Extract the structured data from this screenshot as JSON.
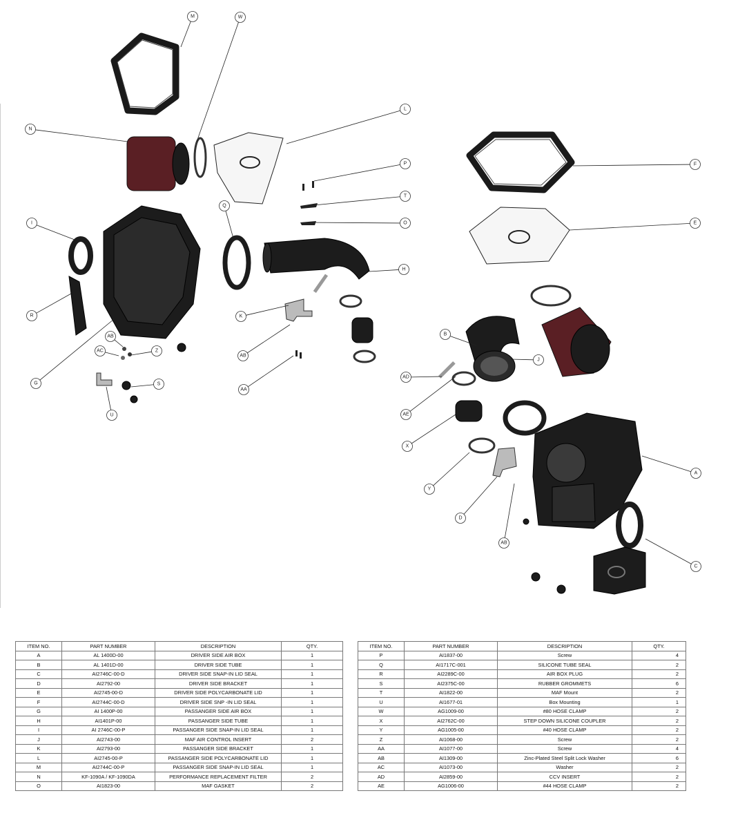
{
  "callouts": [
    "M",
    "W",
    "N",
    "L",
    "P",
    "T",
    "O",
    "Q",
    "I",
    "H",
    "R",
    "K",
    "AB",
    "AC",
    "Z",
    "AB",
    "G",
    "S",
    "AA",
    "U",
    "F",
    "E",
    "B",
    "J",
    "AD",
    "AE",
    "X",
    "A",
    "Y",
    "D",
    "AB",
    "C"
  ],
  "colors": {
    "filter_red": "#5a1f24",
    "part_black": "#1c1c1c",
    "lid": "#f6f6f6"
  },
  "bom_headers": [
    "ITEM NO.",
    "PART NUMBER",
    "DESCRIPTION",
    "QTY."
  ],
  "bom_left": [
    [
      "A",
      "AL 1400D-00",
      "DRIVER SIDE AIR BOX",
      "1"
    ],
    [
      "B",
      "AL 1401D-00",
      "DRIVER SIDE TUBE",
      "1"
    ],
    [
      "C",
      "AI2746C-00-D",
      "DRIVER SIDE SNAP-IN LID SEAL",
      "1"
    ],
    [
      "D",
      "AI2792-00",
      "DRIVER SIDE BRACKET",
      "1"
    ],
    [
      "E",
      "AI2745-00-D",
      "DRIVER SIDE POLYCARBONATE LID",
      "1"
    ],
    [
      "F",
      "AI2744C-00-D",
      "DRIVER SIDE SNP -IN LID SEAL",
      "1"
    ],
    [
      "G",
      "AI 1400P-00",
      "PASSANGER SIDE AIR BOX",
      "1"
    ],
    [
      "H",
      "AI1401P-00",
      "PASSANGER SIDE TUBE",
      "1"
    ],
    [
      "I",
      "AI 2746C-00-P",
      "PASSANGER SIDE SNAP-IN LID SEAL",
      "1"
    ],
    [
      "J",
      "AI2743-00",
      "MAF AIR CONTROL INSERT",
      "2"
    ],
    [
      "K",
      "AI2793-00",
      "PASSANGER SIDE BRACKET",
      "1"
    ],
    [
      "L",
      "AI2745-00-P",
      "PASSANGER SIDE POLYCARBONATE LID",
      "1"
    ],
    [
      "M",
      "AI2744C-00-P",
      "PASSANGER SIDE SNAP-IN LID SEAL",
      "1"
    ],
    [
      "N",
      "KF-1090A / KF-1090DA",
      "PERFORMANCE REPLACEMENT FILTER",
      "2"
    ],
    [
      "O",
      "AI1823-00",
      "MAF GASKET",
      "2"
    ]
  ],
  "bom_right": [
    [
      "P",
      "AI1837-00",
      "Screw",
      "4"
    ],
    [
      "Q",
      "AI1717C-001",
      "SILICONE TUBE SEAL",
      "2"
    ],
    [
      "R",
      "AI2289C-00",
      "AIR BOX PLUG",
      "2"
    ],
    [
      "S",
      "AI2375C-00",
      "RUBBER GROMMETS",
      "6"
    ],
    [
      "T",
      "AI1822-00",
      "MAF Mount",
      "2"
    ],
    [
      "U",
      "AI1677-01",
      "Box Mounting",
      "1"
    ],
    [
      "W",
      "AG1009-00",
      "#80 HOSE CLAMP",
      "2"
    ],
    [
      "X",
      "AI2762C-00",
      "STEP DOWN SILICONE COUPLER",
      "2"
    ],
    [
      "Y",
      "AG1005-00",
      "#40 HOSE CLAMP",
      "2"
    ],
    [
      "Z",
      "AI1068-00",
      "Screw",
      "2"
    ],
    [
      "AA",
      "AI1077-00",
      "Screw",
      "4"
    ],
    [
      "AB",
      "AI1309-00",
      "Zinc-Plated Steel Split Lock Washer",
      "6"
    ],
    [
      "AC",
      "AI1073-00",
      "Washer",
      "2"
    ],
    [
      "AD",
      "AI2859-00",
      "CCV INSERT",
      "2"
    ],
    [
      "AE",
      "AG1006-00",
      "#44 HOSE CLAMP",
      "2"
    ]
  ]
}
